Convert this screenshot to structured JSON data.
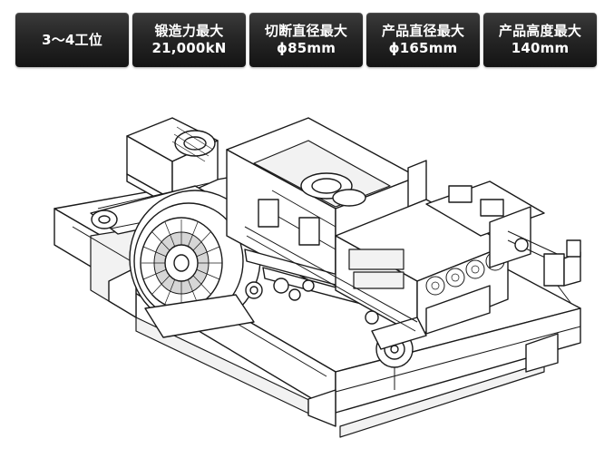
{
  "specs": [
    {
      "lines": [
        "3～4工位"
      ]
    },
    {
      "lines": [
        "锻造力最大",
        "21,000kN"
      ]
    },
    {
      "lines": [
        "切断直径最大",
        "ϕ85mm"
      ]
    },
    {
      "lines": [
        "产品直径最大",
        "ϕ165mm"
      ]
    },
    {
      "lines": [
        "产品高度最大",
        "140mm"
      ]
    }
  ],
  "colors": {
    "tile_background": "#1e1e1e",
    "tile_text": "#ffffff",
    "drawing_line": "#1a1a1a"
  },
  "illustration": {
    "icon": "forging-press-line-drawing-icon"
  }
}
